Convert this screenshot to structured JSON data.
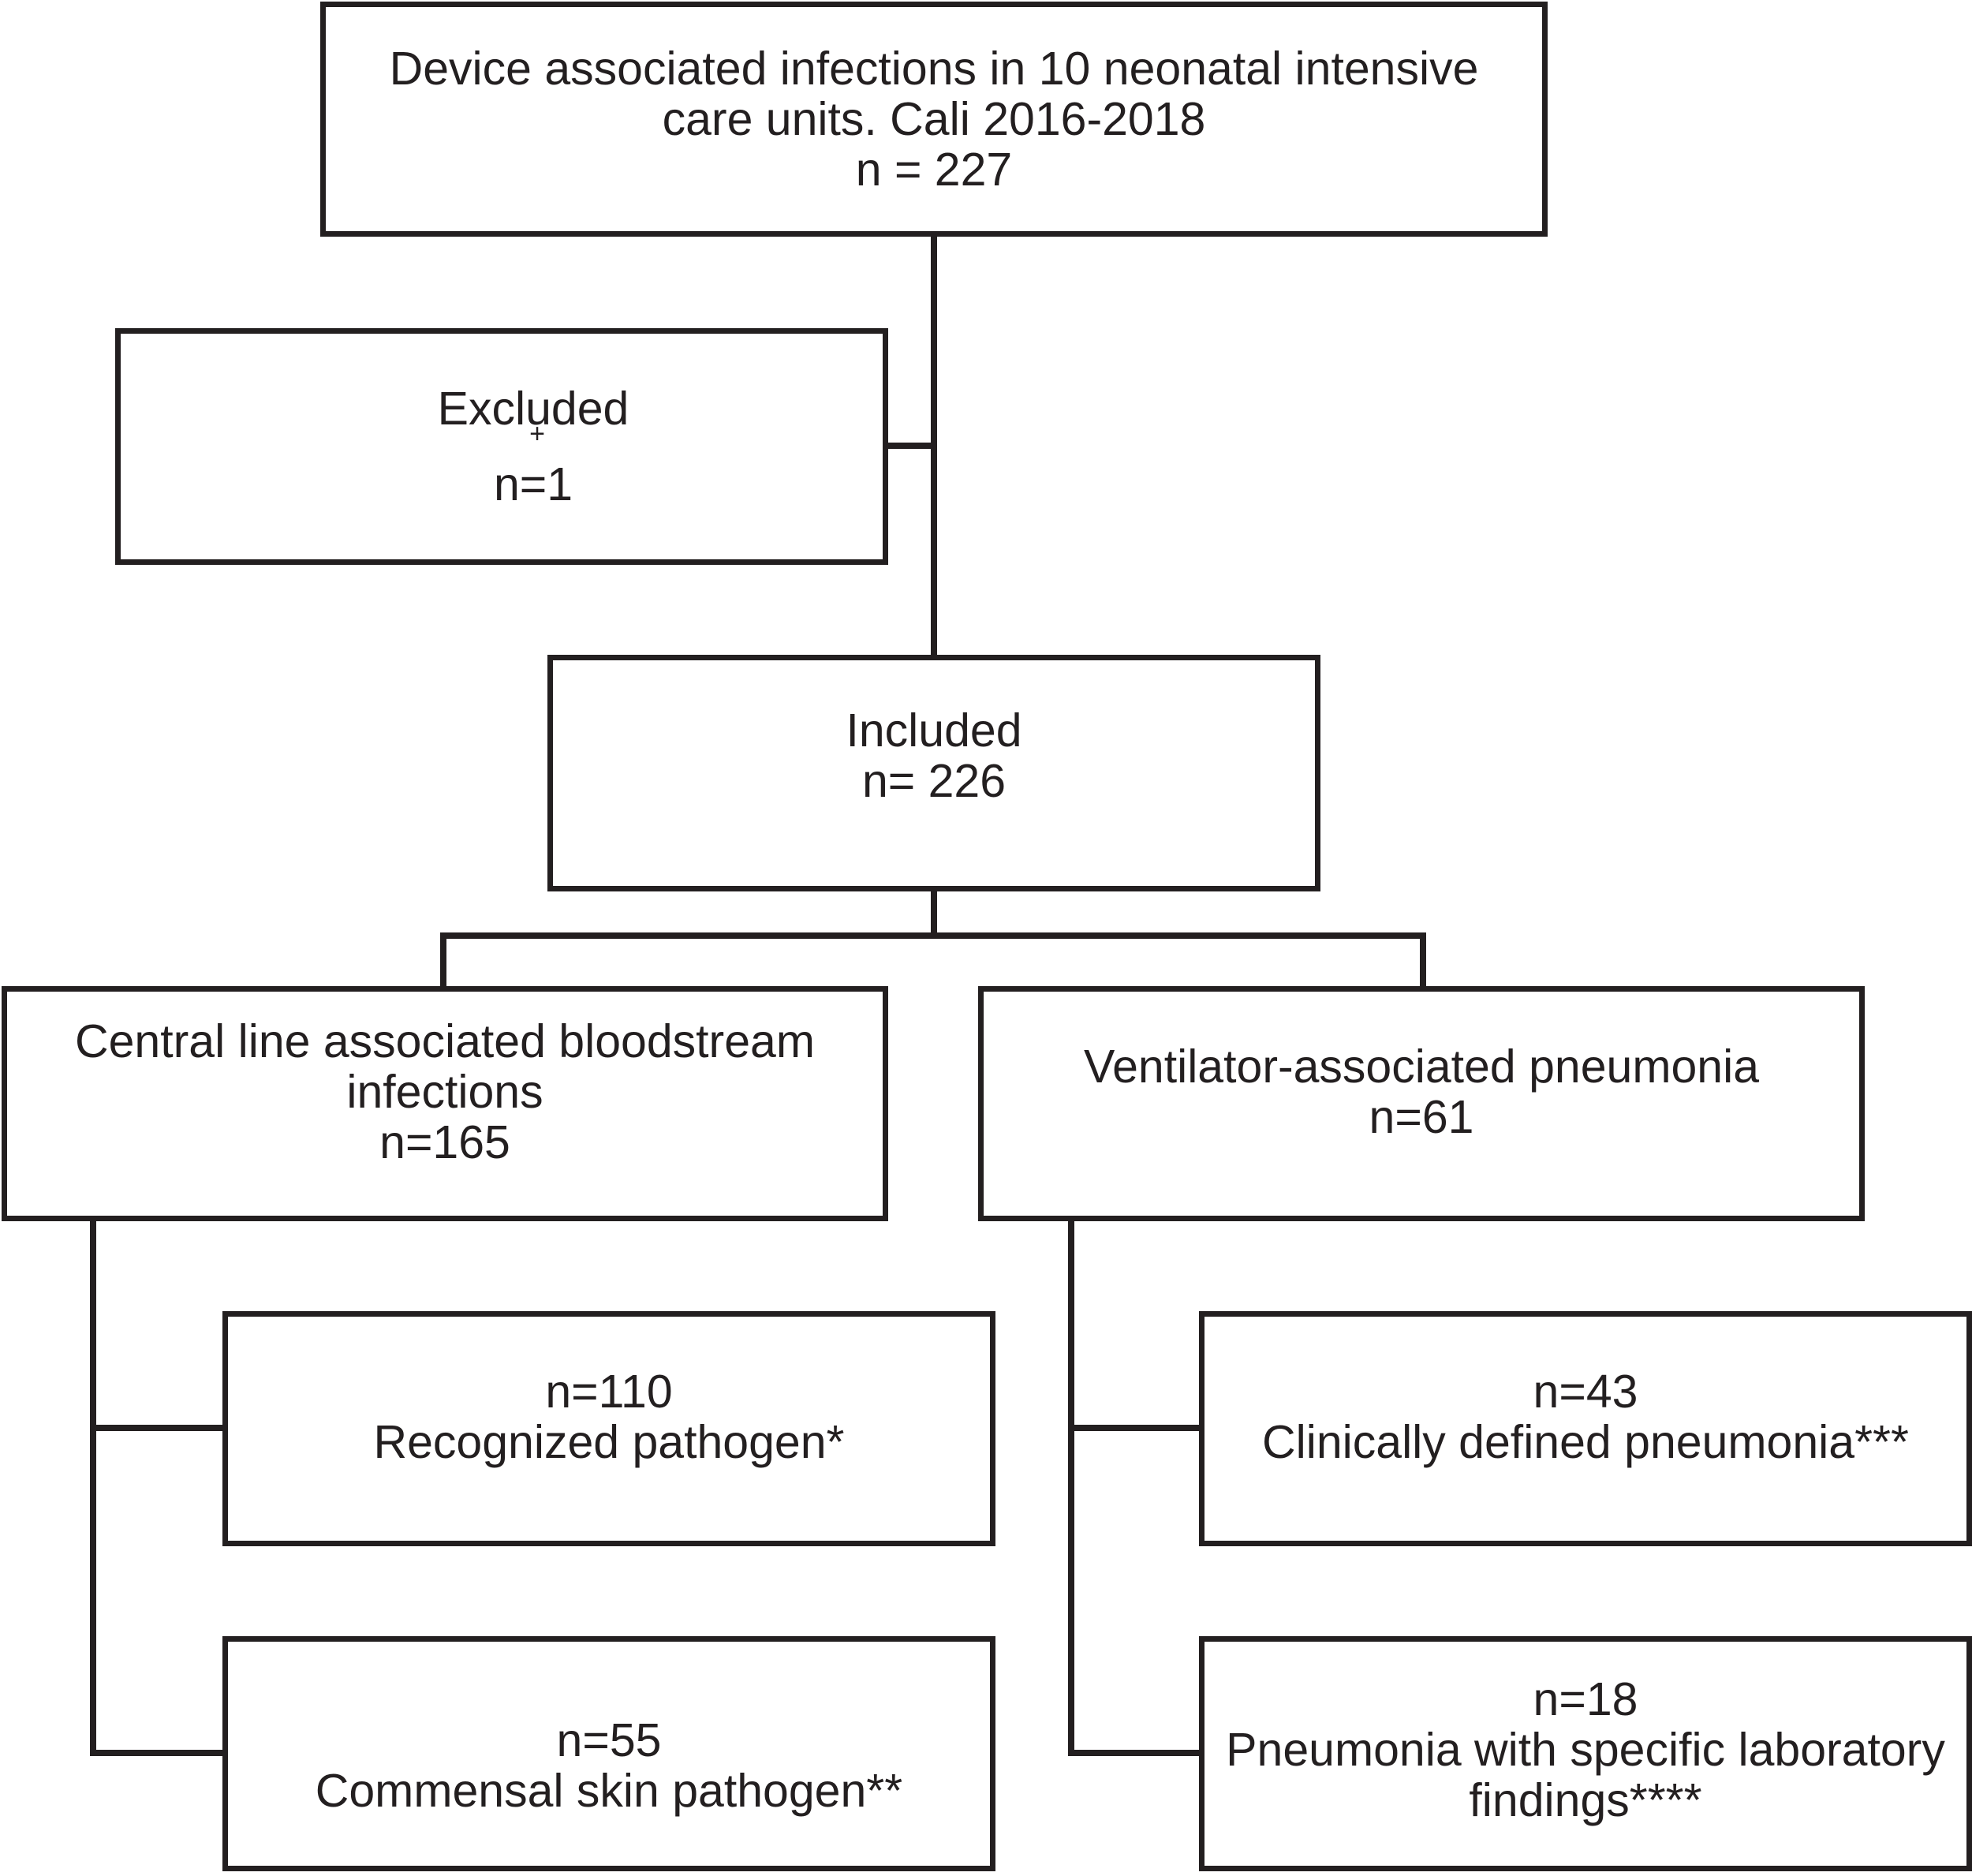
{
  "flowchart": {
    "top": {
      "line1": "Device associated infections in 10 neonatal intensive",
      "line2": "care units. Cali 2016-2018",
      "line3": "n = 227"
    },
    "excluded": {
      "label": "Excluded",
      "mark": "+",
      "count": "n=1"
    },
    "included": {
      "label": "Included",
      "count": "n= 226"
    },
    "clabsi": {
      "line1": "Central line associated bloodstream",
      "line2": "infections",
      "count": "n=165"
    },
    "vap": {
      "label": "Ventilator-associated pneumonia",
      "count": "n=61"
    },
    "recognized": {
      "count": "n=110",
      "label": "Recognized pathogen*"
    },
    "commensal": {
      "count": "n=55",
      "label": "Commensal skin pathogen**"
    },
    "clinical": {
      "count": "n=43",
      "label": "Clinically defined pneumonia***"
    },
    "laboratory": {
      "count": "n=18",
      "line1": "Pneumonia with specific laboratory",
      "line2": "findings****"
    }
  }
}
